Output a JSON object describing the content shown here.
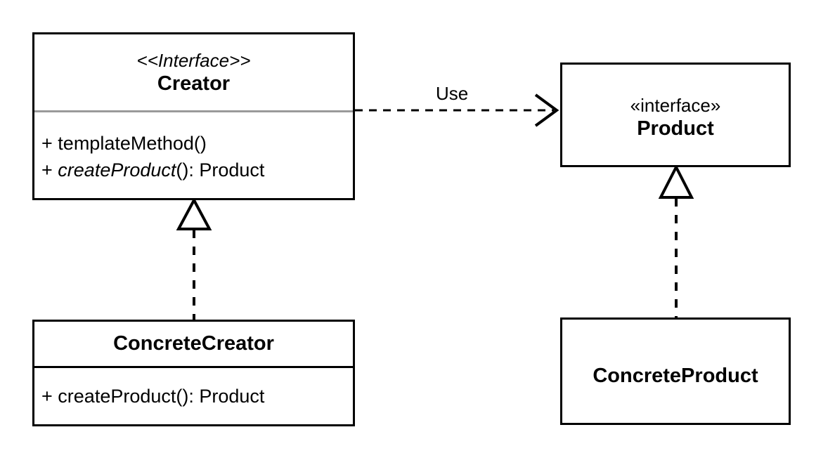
{
  "diagram": {
    "title": "Factory Method pattern UML class diagram",
    "type": "uml-class-diagram",
    "background_color": "#ffffff",
    "stroke_color": "#000000",
    "separator_gray": "#9a9a9a"
  },
  "classes": {
    "creator": {
      "stereotype": "<<Interface>>",
      "name": "Creator",
      "methods": [
        {
          "visibility": "+",
          "name": "templateMethod",
          "args": "()",
          "return": "",
          "abstract": false
        },
        {
          "visibility": "+",
          "name": "createProduct",
          "args": "()",
          "return": ": Product",
          "abstract": true
        }
      ]
    },
    "product": {
      "stereotype": "«interface»",
      "name": "Product",
      "methods": []
    },
    "concrete_creator": {
      "stereotype": "",
      "name": "ConcreteCreator",
      "methods": [
        {
          "visibility": "+",
          "name": "createProduct",
          "args": "()",
          "return": ": Product",
          "abstract": false
        }
      ]
    },
    "concrete_product": {
      "stereotype": "",
      "name": "ConcreteProduct",
      "methods": []
    }
  },
  "relationships": {
    "use_dependency": {
      "label": "Use",
      "from": "Creator",
      "to": "Product",
      "style": "dashed",
      "arrowhead": "open"
    },
    "creator_realization": {
      "label": "",
      "from": "ConcreteCreator",
      "to": "Creator",
      "style": "dashed",
      "arrowhead": "hollow-triangle"
    },
    "product_realization": {
      "label": "",
      "from": "ConcreteProduct",
      "to": "Product",
      "style": "dashed",
      "arrowhead": "hollow-triangle"
    }
  }
}
